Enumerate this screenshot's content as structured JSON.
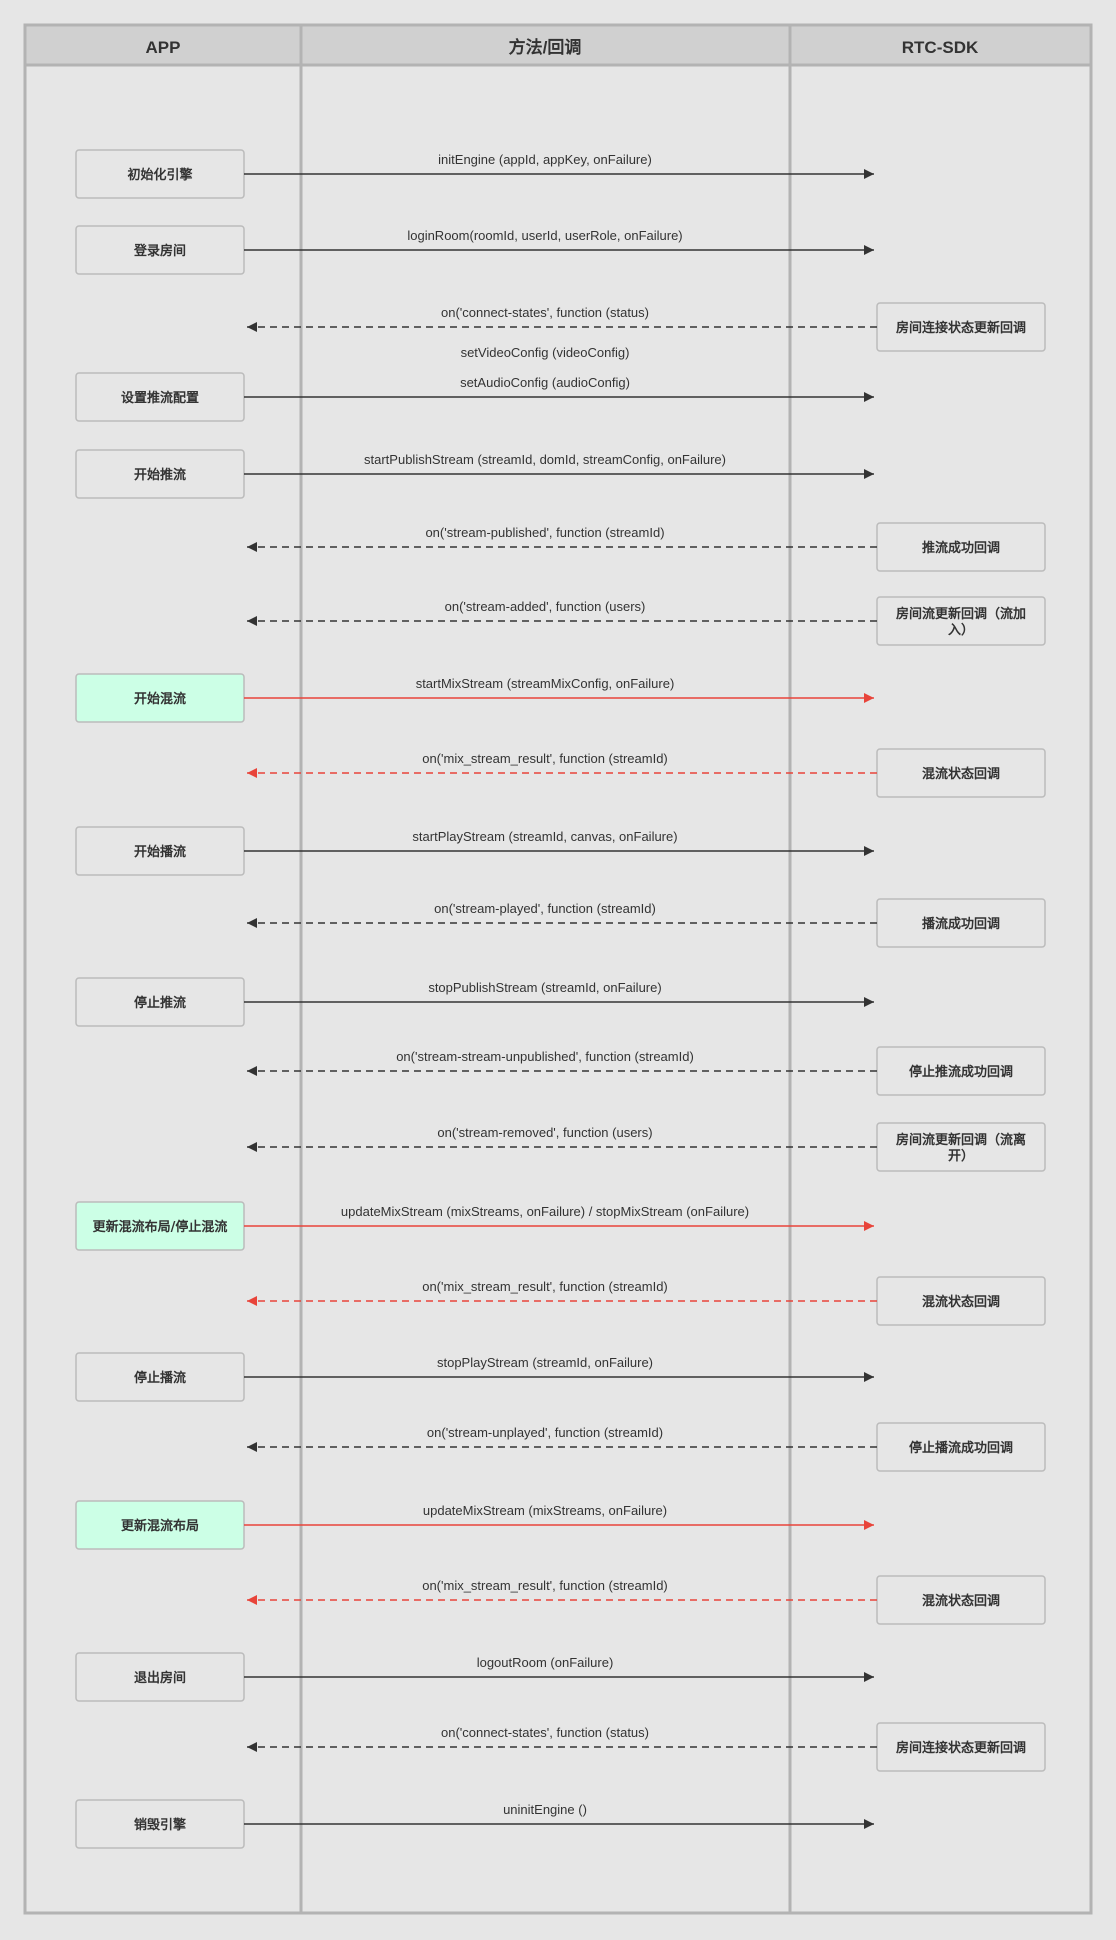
{
  "lanes": {
    "app": "APP",
    "method": "方法/回调",
    "sdk": "RTC-SDK"
  },
  "colors": {
    "normal": "#333333",
    "mix": "#e8443a",
    "mix_box_fill": "#ccffe6",
    "box_fill": "#e6e6e6",
    "box_stroke": "#bbbbbb"
  },
  "steps": [
    {
      "kind": "call",
      "app_label": "初始化引擎",
      "text": "initEngine  (appId, appKey, onFailure)"
    },
    {
      "kind": "call",
      "app_label": "登录房间",
      "text": "loginRoom(roomId, userId, userRole, onFailure)"
    },
    {
      "kind": "callback",
      "sdk_label": "房间连接状态更新回调",
      "text": "on('connect-states', function (status)"
    },
    {
      "kind": "call",
      "app_label": "设置推流配置",
      "text": "setAudioConfig (audioConfig)",
      "extra_text": "setVideoConfig (videoConfig)"
    },
    {
      "kind": "call",
      "app_label": "开始推流",
      "text": "startPublishStream (streamId, domId, streamConfig, onFailure)"
    },
    {
      "kind": "callback",
      "sdk_label": "推流成功回调",
      "text": "on('stream-published', function (streamId)"
    },
    {
      "kind": "callback",
      "sdk_label": "房间流更新回调（流加入）",
      "sdk_lines": [
        "房间流更新回调（流加",
        "入）"
      ],
      "text": "on('stream-added', function (users)"
    },
    {
      "kind": "call",
      "mix": true,
      "app_label": "开始混流",
      "text": "startMixStream (streamMixConfig, onFailure)"
    },
    {
      "kind": "callback",
      "mix": true,
      "sdk_label": "混流状态回调",
      "text": "on('mix_stream_result', function (streamId)"
    },
    {
      "kind": "call",
      "app_label": "开始播流",
      "text": "startPlayStream (streamId, canvas, onFailure)"
    },
    {
      "kind": "callback",
      "sdk_label": "播流成功回调",
      "text": "on('stream-played', function (streamId)"
    },
    {
      "kind": "call",
      "app_label": "停止推流",
      "text": "stopPublishStream (streamId, onFailure)"
    },
    {
      "kind": "callback",
      "sdk_label": "停止推流成功回调",
      "text": "on('stream-stream-unpublished', function (streamId)"
    },
    {
      "kind": "callback",
      "sdk_label": "房间流更新回调（流离开）",
      "sdk_lines": [
        "房间流更新回调（流离",
        "开）"
      ],
      "text": "on('stream-removed', function (users)"
    },
    {
      "kind": "call",
      "mix": true,
      "app_label": "更新混流布局/停止混流",
      "text": "updateMixStream (mixStreams, onFailure) / stopMixStream (onFailure)"
    },
    {
      "kind": "callback",
      "mix": true,
      "sdk_label": "混流状态回调",
      "text": "on('mix_stream_result', function (streamId)"
    },
    {
      "kind": "call",
      "app_label": "停止播流",
      "text": "stopPlayStream (streamId, onFailure)"
    },
    {
      "kind": "callback",
      "sdk_label": "停止播流成功回调",
      "text": "on('stream-unplayed', function (streamId)"
    },
    {
      "kind": "call",
      "mix": true,
      "app_label": "更新混流布局",
      "text": "updateMixStream (mixStreams, onFailure)"
    },
    {
      "kind": "callback",
      "mix": true,
      "sdk_label": "混流状态回调",
      "text": "on('mix_stream_result', function (streamId)"
    },
    {
      "kind": "call",
      "app_label": "退出房间",
      "text": "logoutRoom (onFailure)"
    },
    {
      "kind": "callback",
      "sdk_label": "房间连接状态更新回调",
      "text": "on('connect-states', function (status)"
    },
    {
      "kind": "call",
      "app_label": "销毁引擎",
      "text": "uninitEngine ()"
    }
  ]
}
